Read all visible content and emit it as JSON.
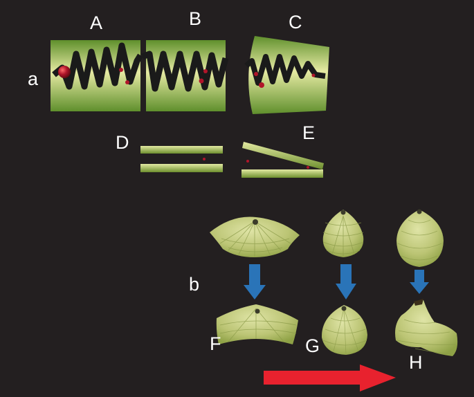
{
  "labels": {
    "a": "a",
    "b": "b",
    "A": "A",
    "B": "B",
    "C": "C",
    "D": "D",
    "E": "E",
    "F": "F",
    "G": "G",
    "H": "H"
  },
  "colors": {
    "background": "#231f20",
    "shell_light": "#c9cf86",
    "shell_dark": "#7f9a38",
    "commissure": "#1a1a1a",
    "bead": "#b0152a",
    "blue_arrow": "#2a74b8",
    "red_arrow": "#e8222e"
  }
}
